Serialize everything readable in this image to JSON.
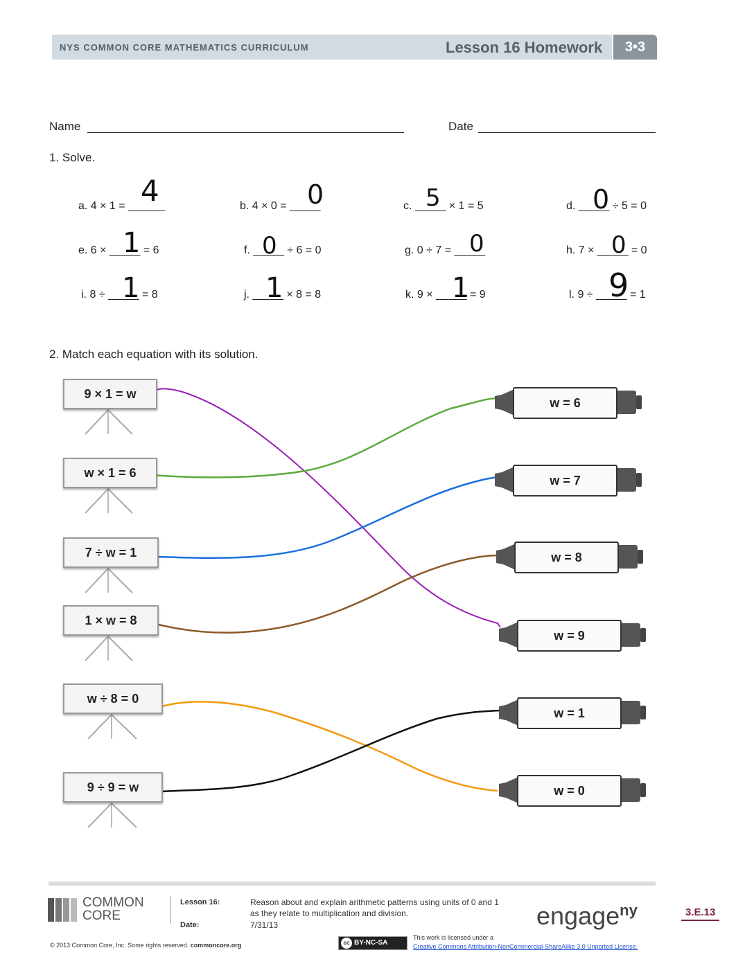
{
  "header": {
    "curriculum": "NYS COMMON CORE MATHEMATICS CURRICULUM",
    "lesson": "Lesson 16 Homework",
    "grade": "3•3"
  },
  "form": {
    "name_label": "Name",
    "date_label": "Date"
  },
  "q1": {
    "prompt": "1.   Solve.",
    "items": {
      "a": {
        "text": "a.  4 × 1 = ______",
        "answer": "4"
      },
      "b": {
        "text": "b.   4 × 0 = _____",
        "answer": "0"
      },
      "c": {
        "text": "c.   _____ × 1 = 5",
        "answer": "5"
      },
      "d": {
        "text": "d.   _____ ÷ 5 = 0",
        "answer": "0"
      },
      "e": {
        "text": "e.   6 × _____ = 6",
        "answer": "1"
      },
      "f": {
        "text": "f.   _____ ÷ 6 = 0",
        "answer": "0"
      },
      "g": {
        "text": "g.   0 ÷ 7 = _____",
        "answer": "0"
      },
      "h": {
        "text": "h.   7 × _____ = 0",
        "answer": "0"
      },
      "i": {
        "text": "i.   8 ÷ _____ = 8",
        "answer": "1"
      },
      "j": {
        "text": "j.   _____ × 8 = 8",
        "answer": "1"
      },
      "k": {
        "text": "k. 9 ×  _____ = 9",
        "answer": "1"
      },
      "l": {
        "text": "l.   9 ÷ _____ = 1",
        "answer": "9"
      }
    }
  },
  "q2": {
    "prompt": "2.   Match each equation with its solution.",
    "equations": [
      "9 × 1 = w",
      "w × 1 = 6",
      "7 ÷ w = 1",
      "1 × w = 8",
      "w ÷ 8 = 0",
      "9 ÷ 9 = w"
    ],
    "solutions": [
      "w = 6",
      "w = 7",
      "w = 8",
      "w = 9",
      "w = 1",
      "w = 0"
    ],
    "line_colors": [
      "#9a1fb4",
      "#5aab3c",
      "#1c6ee0",
      "#8b5a2b",
      "#f39a12",
      "#111111"
    ]
  },
  "footer": {
    "logo_line1": "COMMON",
    "logo_line2": "CORE",
    "lesson_label": "Lesson 16:",
    "lesson_desc_1": "Reason about and explain arithmetic patterns using units of 0 and 1",
    "lesson_desc_2": "as they relate to multiplication and division.",
    "date_label": "Date:",
    "date_value": "7/31/13",
    "engage": "engage",
    "engage_ny": "ny",
    "page_code": "3.E.13",
    "copyright": "© 2013 Common Core, Inc. Some rights reserved.",
    "copyright_site": "commoncore.org",
    "license_badge": "BY-NC-SA",
    "license_text": "This work is licensed under a",
    "license_link": "Creative Commons Attribution-NonCommercial-ShareAlike 3.0 Unported License."
  }
}
